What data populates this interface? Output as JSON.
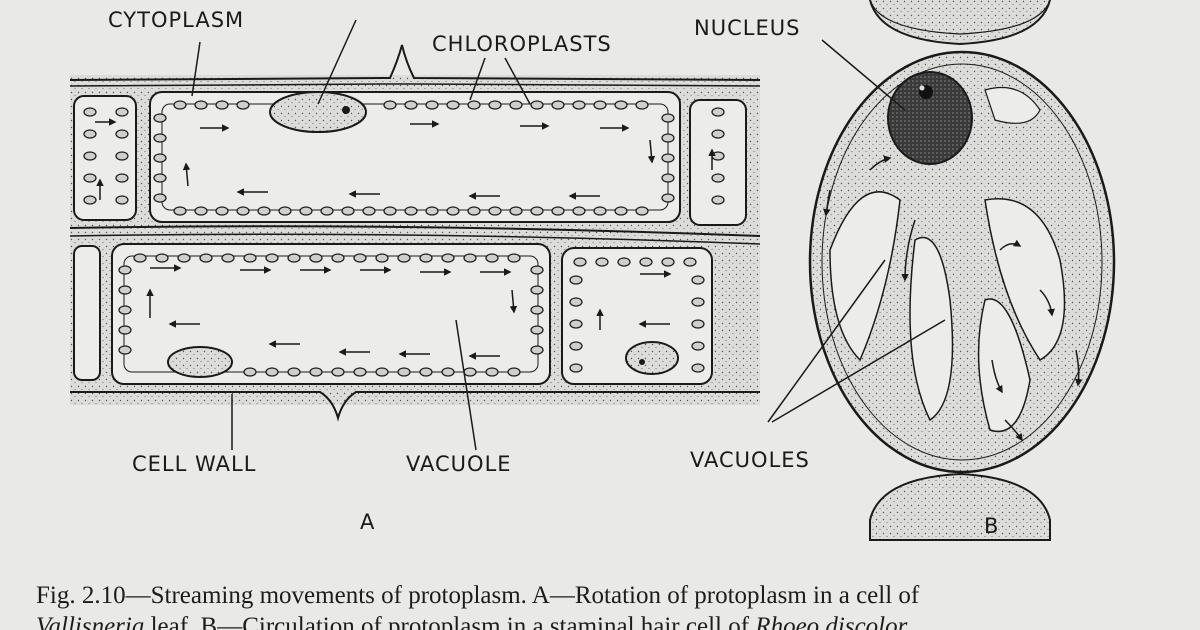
{
  "colors": {
    "paper": "#e9e9e7",
    "ink": "#1a1a1a",
    "cytoplasm": "#d7d7d5",
    "vacuole": "#ededeb"
  },
  "labels": {
    "cytoplasm": "CYTOPLASM",
    "chloroplasts": "CHLOROPLASTS",
    "nucleus": "NUCLEUS",
    "cell_wall": "CELL WALL",
    "vacuole": "VACUOLE",
    "vacuoles": "VACUOLES",
    "panel_a": "A",
    "panel_b": "B"
  },
  "caption": {
    "line1": "Fig. 2.10—Streaming movements of protoplasm. A—Rotation of protoplasm in a cell of",
    "line2_italic_a": "Vallisneria",
    "line2_mid": " leaf. B—Circulation of protoplasm in a staminal hair cell of ",
    "line2_italic_b": "Rhoeo discolor"
  }
}
